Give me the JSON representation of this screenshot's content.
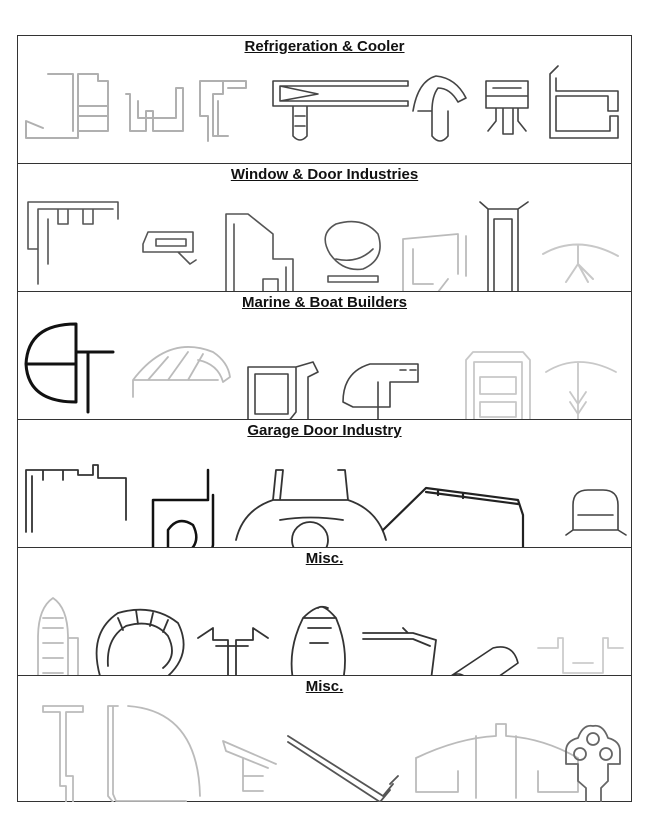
{
  "sections": [
    {
      "title": "Refrigeration & Cooler"
    },
    {
      "title": "Window & Door Industries"
    },
    {
      "title": "Marine & Boat Builders"
    },
    {
      "title": "Garage Door Industry"
    },
    {
      "title": "Misc."
    },
    {
      "title": "Misc."
    }
  ],
  "colors": {
    "profile_light": "#b9b9b9",
    "profile_dark": "#222222",
    "border": "#333333"
  }
}
